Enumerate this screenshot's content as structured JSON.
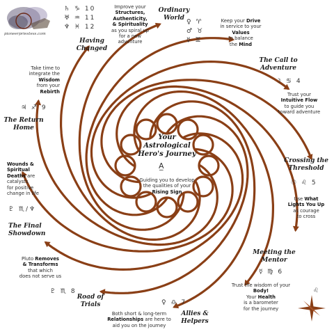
{
  "site": "pioneerpriestess.com",
  "center": {
    "title_line1": "Your",
    "title_line2": "Astrological",
    "title_line3": "Hero's Journey",
    "asc_glyph": "A̲",
    "desc_line1": "Guiding you to develop",
    "desc_line2": "the qualities of your",
    "desc_bold": "Rising Sign"
  },
  "colors": {
    "spiral": "#8a3f16",
    "compass": "#8a3f16"
  },
  "stages": {
    "ordinary_world": {
      "title_1": "Ordinary",
      "title_2": "World",
      "glyphs_1": "♀ ♈",
      "glyphs_2": "♂ ♉",
      "glyphs_3": "☿ ♊"
    },
    "call_adventure": {
      "title_1": "The Call to",
      "title_2": "Adventure",
      "glyphs": "☽ ♋ 4"
    },
    "crossing": {
      "title_1": "Crossing the",
      "title_2": "Threshold",
      "glyphs": "☉ ♌ 5"
    },
    "mentor": {
      "title_1": "Meeting the",
      "title_2": "Mentor",
      "glyphs": "☿ ♍ 6"
    },
    "allies": {
      "title_1": "Allies &",
      "title_2": "Helpers",
      "glyphs": "♀ ♎ 7"
    },
    "road_trials": {
      "title_1": "Road of",
      "title_2": "Trials",
      "glyphs": "♇ ♏ 8"
    },
    "final_showdown": {
      "title_1": "The Final",
      "title_2": "Showdown",
      "glyphs": "♇ ♏/♆"
    },
    "return_home": {
      "title_1": "The Return",
      "title_2": "Home",
      "glyphs": "♃ ♐ 9"
    },
    "having_changed": {
      "title_1": "Having",
      "title_2": "Changed",
      "glyphs_1": "♄ ♑ 10",
      "glyphs_2": "♅ ♒ 11",
      "glyphs_3": "♆ ♓ 12"
    }
  },
  "texts": {
    "structures": {
      "l1": "Improve your",
      "l2": "Structures,",
      "l3": "Authenticity,",
      "l4": "& Spirituality",
      "l5": "as you spiral up",
      "l6": "for a new",
      "l7": "adventure"
    },
    "drive": {
      "l1a": "Keep your ",
      "l1b": "Drive",
      "l2": "in service to your ",
      "l2b": "Values",
      "l3": "to balance",
      "l4": "the ",
      "l4b": "Mind"
    },
    "intuitive": {
      "l1": "Trust your",
      "l2": "Intuitive Flow",
      "l3": "to guide you",
      "l4": "toward adventure"
    },
    "lights": {
      "l1": "Use ",
      "l1b": "What",
      "l2": "Lights You Up",
      "l3": "as courage",
      "l4": "to cross"
    },
    "body": {
      "l1": "Trust the wisdom of your ",
      "l1b": "Body!",
      "l2": "Your ",
      "l2b": "Health",
      "l3": "is a barometer",
      "l4": "for the journey"
    },
    "relationships": {
      "l1": "Both short & long-term",
      "l2": "Relationships",
      "l2b": " are here to",
      "l3": "aid you on the journey"
    },
    "pluto": {
      "l1a": "Pluto ",
      "l1b": "Removes",
      "l2": "& Transforms",
      "l3": "that which",
      "l4": "does not serve us"
    },
    "wounds": {
      "l1": "Wounds &",
      "l2": "Spiritual",
      "l3": "Deaths",
      "l3b": " are",
      "l4": "catalysts",
      "l5": "for positive",
      "l6": "change in life"
    },
    "wisdom": {
      "l1": "Take time to",
      "l2": "integrate the",
      "l3": "Wisdom",
      "l4": "from your",
      "l5": "Rebirth"
    }
  },
  "compass_glyph": "♌"
}
